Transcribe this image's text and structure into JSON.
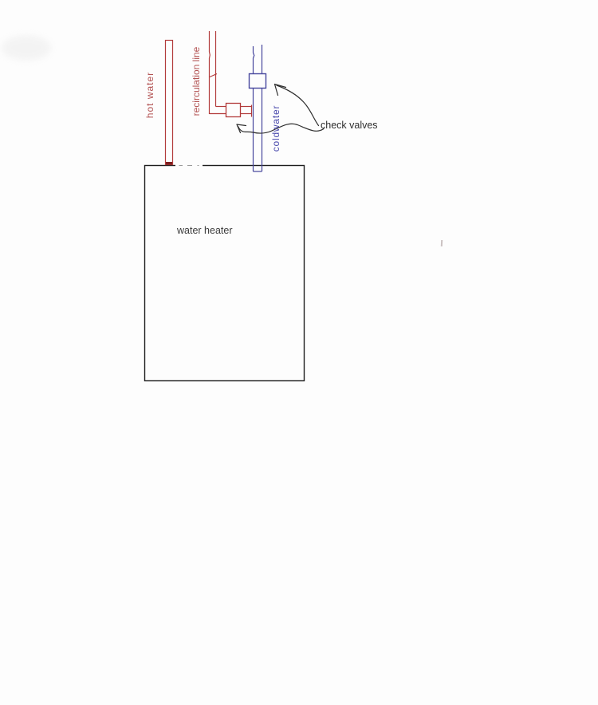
{
  "labels": {
    "hot_water": "hot water",
    "recirculation_line": "recirculation line",
    "cold_water": "coldwater",
    "check_valves": "check valves",
    "water_heater": "water heater"
  },
  "colors": {
    "hot": "#b23b3b",
    "hot_text": "#b25252",
    "hot_dark": "#7c1f1f",
    "cold": "#45459c",
    "cold_text": "#4a4aad",
    "ink": "#2e2e2e",
    "box": "#1d1d1d",
    "artifact": "#b9adad"
  },
  "diagram": {
    "type": "hand-drawn plumbing schematic",
    "parts": [
      "water heater tank",
      "hot water pipe",
      "recirculation line with check valve",
      "cold water supply with check valve"
    ]
  }
}
